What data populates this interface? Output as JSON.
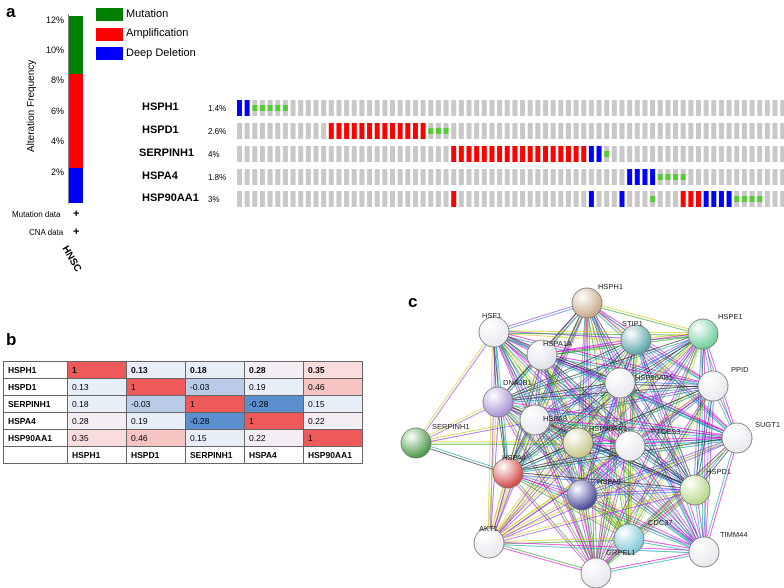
{
  "panels": {
    "a": "a",
    "b": "b",
    "c": "c"
  },
  "chart_data": [
    {
      "type": "bar",
      "ylabel": "Alteration Frequency",
      "yticks": [
        "2%",
        "4%",
        "6%",
        "8%",
        "10%",
        "12%"
      ],
      "ylim": [
        0,
        12.5
      ],
      "categories": [
        "HNSC"
      ],
      "series": [
        {
          "name": "Deep Deletion",
          "values": [
            2.3
          ],
          "color": "#0000ff"
        },
        {
          "name": "Amplification",
          "values": [
            6.2
          ],
          "color": "#ff0000"
        },
        {
          "name": "Mutation",
          "values": [
            3.8
          ],
          "color": "#008000"
        }
      ],
      "legend": [
        "Mutation",
        "Amplification",
        "Deep Deletion"
      ],
      "row_labels": [
        "Mutation data",
        "CNA data"
      ],
      "row_marks": [
        "+",
        "+"
      ]
    },
    {
      "type": "heatmap",
      "genes": [
        {
          "name": "HSPH1",
          "pct": "1.4%"
        },
        {
          "name": "HSPD1",
          "pct": "2.6%"
        },
        {
          "name": "SERPINH1",
          "pct": "4%"
        },
        {
          "name": "HSPA4",
          "pct": "1.8%"
        },
        {
          "name": "HSP90AA1",
          "pct": "3%"
        }
      ],
      "samples": 74,
      "alterations": [
        [
          [
            0,
            "D"
          ],
          [
            1,
            "D"
          ],
          [
            2,
            "m"
          ],
          [
            3,
            "m"
          ],
          [
            4,
            "m"
          ],
          [
            5,
            "m"
          ],
          [
            6,
            "m"
          ]
        ],
        [
          [
            12,
            "A"
          ],
          [
            13,
            "A"
          ],
          [
            14,
            "A"
          ],
          [
            15,
            "A"
          ],
          [
            16,
            "A"
          ],
          [
            17,
            "A"
          ],
          [
            18,
            "A"
          ],
          [
            19,
            "A"
          ],
          [
            20,
            "A"
          ],
          [
            21,
            "A"
          ],
          [
            22,
            "A"
          ],
          [
            23,
            "A"
          ],
          [
            24,
            "A"
          ],
          [
            25,
            "m"
          ],
          [
            26,
            "m"
          ],
          [
            27,
            "m"
          ]
        ],
        [
          [
            28,
            "A"
          ],
          [
            29,
            "A"
          ],
          [
            30,
            "A"
          ],
          [
            31,
            "A"
          ],
          [
            32,
            "A"
          ],
          [
            33,
            "A"
          ],
          [
            34,
            "A"
          ],
          [
            35,
            "A"
          ],
          [
            36,
            "A"
          ],
          [
            37,
            "A"
          ],
          [
            38,
            "A"
          ],
          [
            39,
            "A"
          ],
          [
            40,
            "A"
          ],
          [
            41,
            "A"
          ],
          [
            42,
            "A"
          ],
          [
            43,
            "A"
          ],
          [
            44,
            "A"
          ],
          [
            45,
            "A"
          ],
          [
            46,
            "D"
          ],
          [
            47,
            "D"
          ],
          [
            48,
            "m"
          ]
        ],
        [
          [
            51,
            "D"
          ],
          [
            52,
            "D"
          ],
          [
            53,
            "D"
          ],
          [
            54,
            "D"
          ],
          [
            55,
            "m"
          ],
          [
            56,
            "m"
          ],
          [
            57,
            "m"
          ],
          [
            58,
            "m"
          ]
        ],
        [
          [
            28,
            "A"
          ],
          [
            46,
            "D"
          ],
          [
            50,
            "D"
          ],
          [
            54,
            "m"
          ],
          [
            58,
            "A"
          ],
          [
            59,
            "A"
          ],
          [
            60,
            "A"
          ],
          [
            61,
            "D"
          ],
          [
            62,
            "D"
          ],
          [
            63,
            "D"
          ],
          [
            64,
            "D"
          ],
          [
            65,
            "m"
          ],
          [
            66,
            "m"
          ],
          [
            67,
            "m"
          ],
          [
            68,
            "m"
          ]
        ]
      ]
    },
    {
      "type": "table",
      "rows": [
        "HSPH1",
        "HSPD1",
        "SERPINH1",
        "HSPA4",
        "HSP90AA1"
      ],
      "columns": [
        "HSPH1",
        "HSPD1",
        "SERPINH1",
        "HSPA4",
        "HSP90AA1"
      ],
      "values": [
        [
          "1",
          "0.13",
          "0.18",
          "0.28",
          "0.35"
        ],
        [
          "0.13",
          "1",
          "-0.03",
          "0.19",
          "0.46"
        ],
        [
          "0.18",
          "-0.03",
          "1",
          "-0.28",
          "0.15"
        ],
        [
          "0.28",
          "0.19",
          "-0.28",
          "1",
          "0.22"
        ],
        [
          "0.35",
          "0.46",
          "0.15",
          "0.22",
          "1"
        ]
      ]
    }
  ],
  "network": {
    "nodes": [
      {
        "name": "HSPH1",
        "color": "#c9a98a"
      },
      {
        "name": "HSF1",
        "color": "#e8e8ee"
      },
      {
        "name": "STIP1",
        "color": "#5aa5a8"
      },
      {
        "name": "HSPE1",
        "color": "#6fcf9a"
      },
      {
        "name": "HSPA1A",
        "color": "#e0e0ea"
      },
      {
        "name": "PPID",
        "color": "#e8e8ee"
      },
      {
        "name": "DNAJB1",
        "color": "#a995d6"
      },
      {
        "name": "HSP90AB1",
        "color": "#e8e8ee"
      },
      {
        "name": "HSPA8",
        "color": "#e8e8ee"
      },
      {
        "name": "SERPINH1",
        "color": "#4a9a4a"
      },
      {
        "name": "HSP90AA1",
        "color": "#c8c88a"
      },
      {
        "name": "PTGES3",
        "color": "#e8e8ee"
      },
      {
        "name": "SUGT1",
        "color": "#e8e8ee"
      },
      {
        "name": "HSPA4",
        "color": "#d44a4a"
      },
      {
        "name": "HSPD1",
        "color": "#b7d98a"
      },
      {
        "name": "HSPA9",
        "color": "#4a4a9a"
      },
      {
        "name": "AKT1",
        "color": "#e8e8ee"
      },
      {
        "name": "CDC37",
        "color": "#7ec8d8"
      },
      {
        "name": "GRPEL1",
        "color": "#e8e8ee"
      },
      {
        "name": "TIMM44",
        "color": "#e8e8ee"
      }
    ],
    "edge_colors": [
      "#222222",
      "#d600d6",
      "#c8c800",
      "#2a6ad6",
      "#00a0a0",
      "#2aa02a",
      "#8a2be2"
    ]
  }
}
